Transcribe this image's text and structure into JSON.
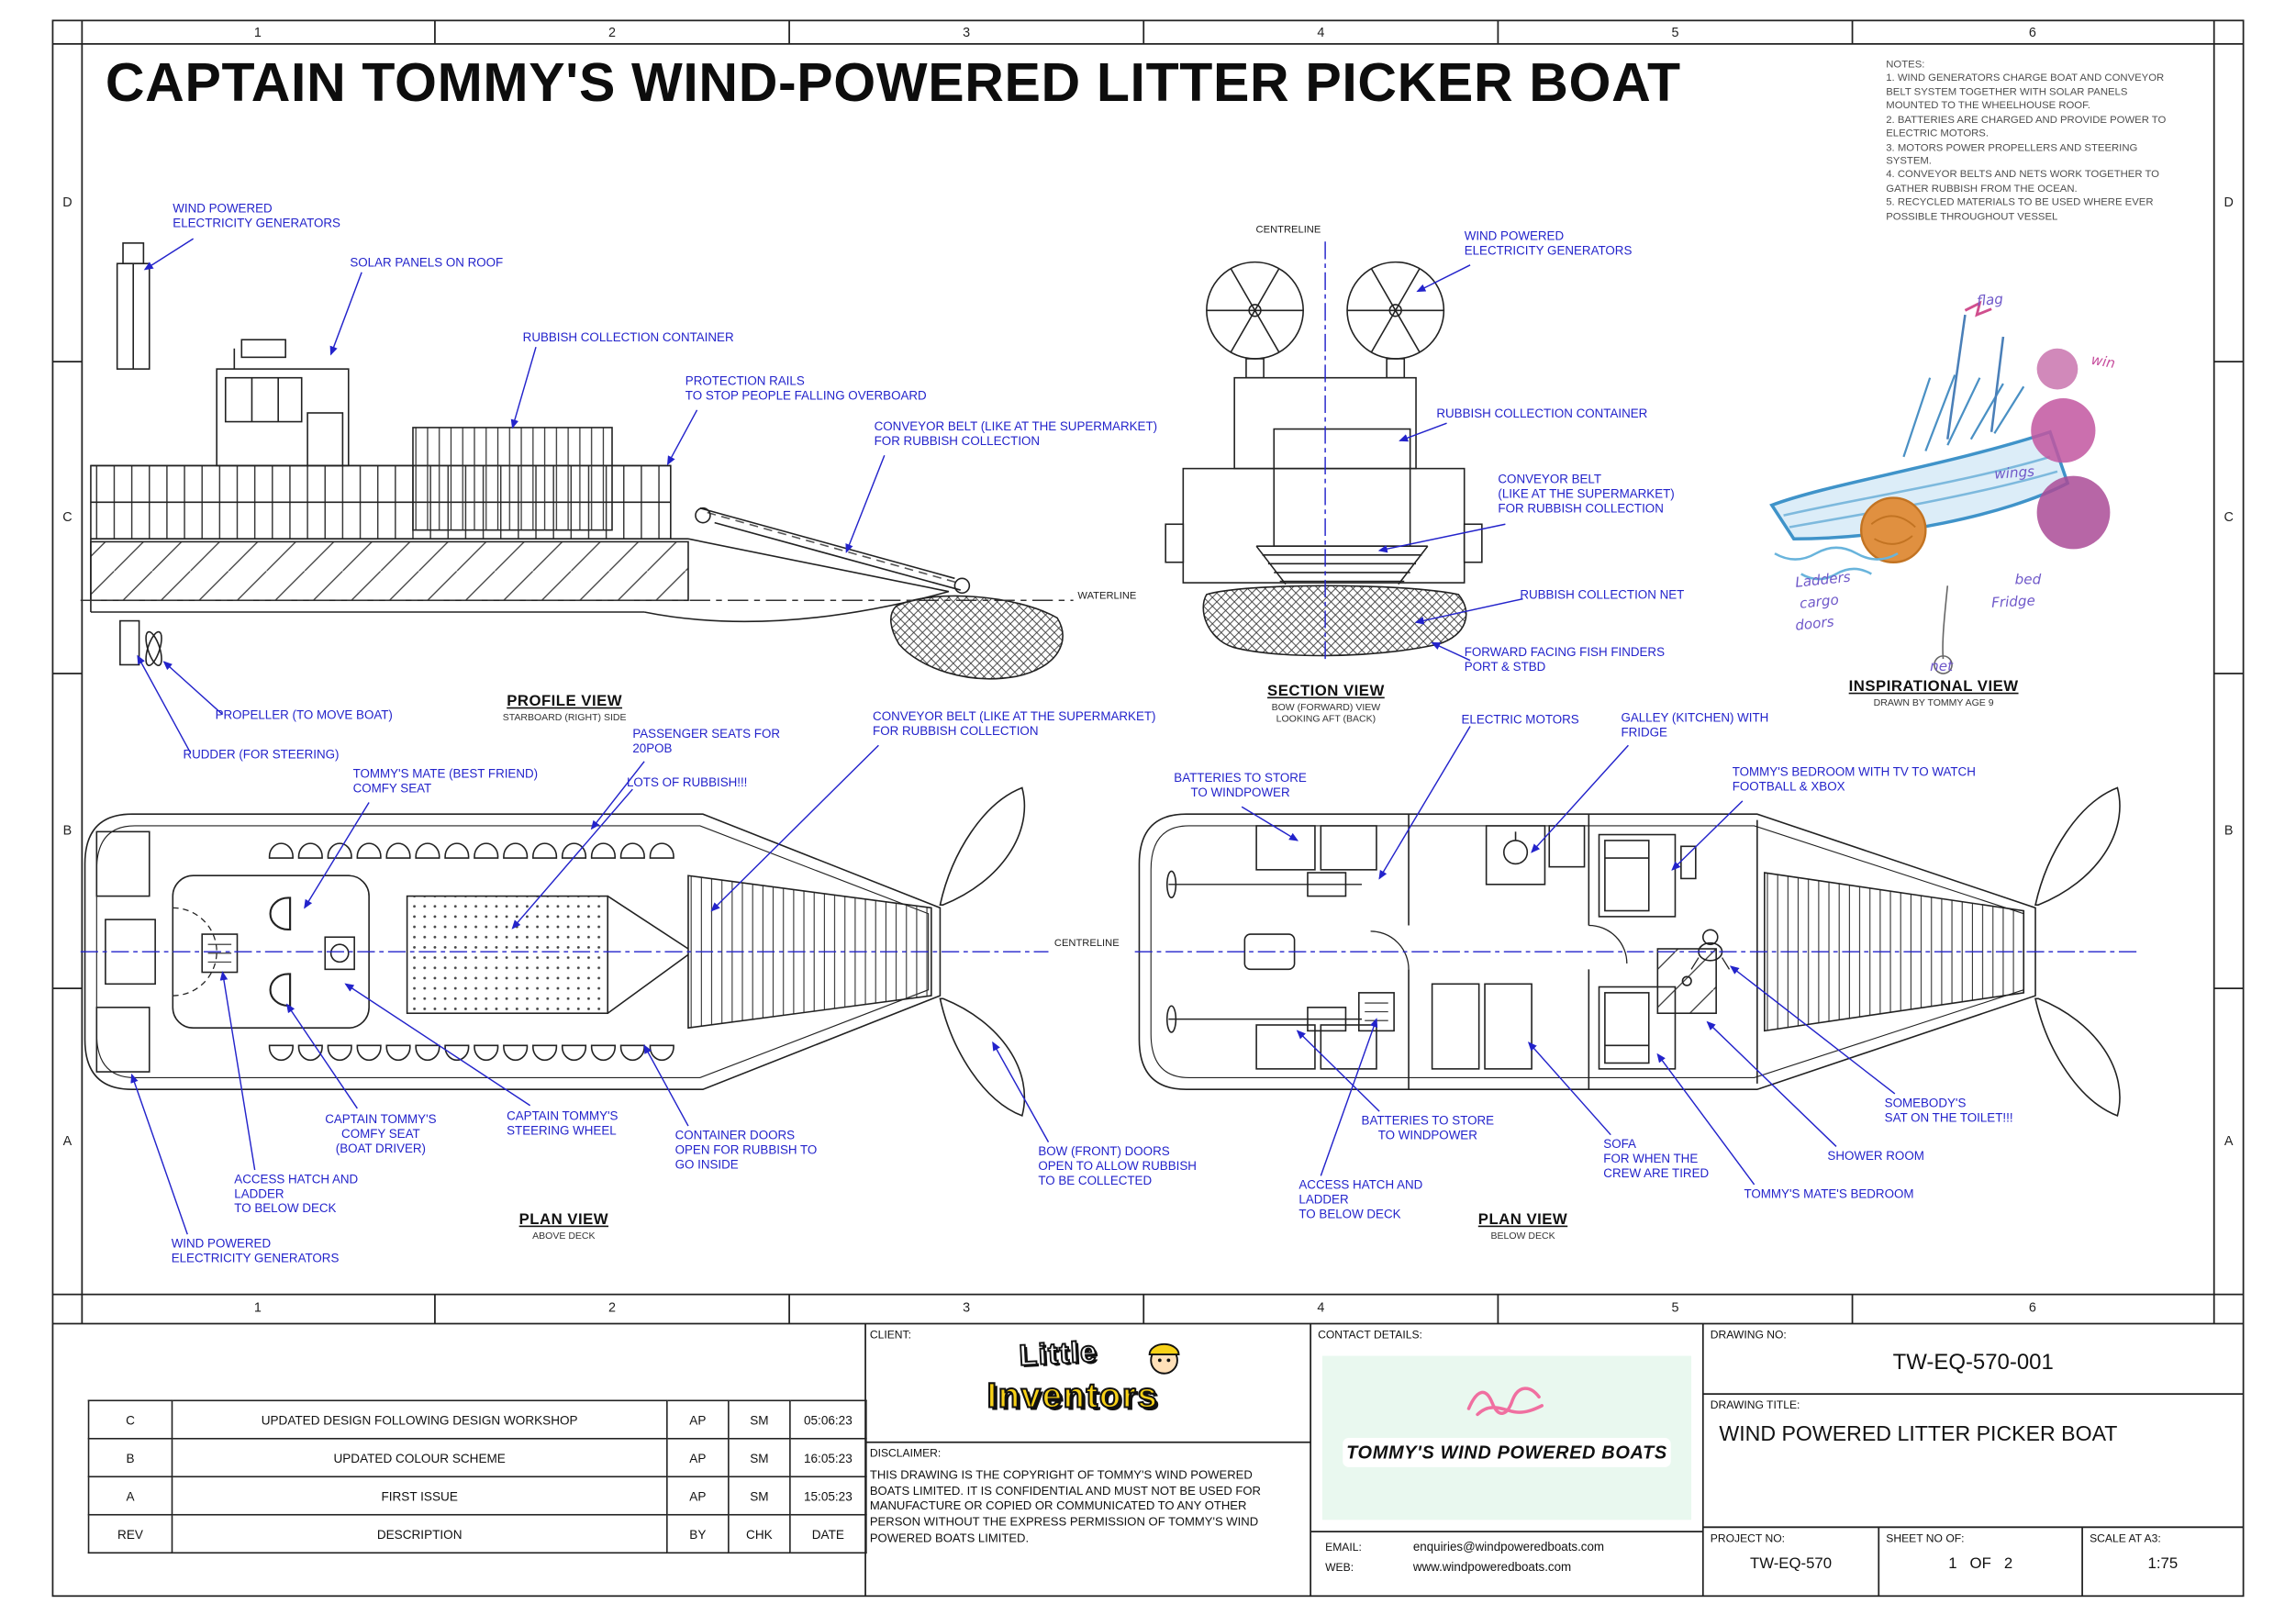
{
  "title": "CAPTAIN TOMMY'S WIND-POWERED LITTER PICKER BOAT",
  "grid": {
    "cols": [
      "1",
      "2",
      "3",
      "4",
      "5",
      "6"
    ],
    "rows": [
      "D",
      "C",
      "B",
      "A"
    ]
  },
  "notes": "NOTES:\n1. WIND GENERATORS CHARGE BOAT AND CONVEYOR BELT SYSTEM TOGETHER WITH SOLAR PANELS MOUNTED TO THE WHEELHOUSE ROOF.\n2. BATTERIES ARE CHARGED AND PROVIDE POWER TO ELECTRIC MOTORS.\n3. MOTORS POWER PROPELLERS AND STEERING SYSTEM.\n4. CONVEYOR BELTS AND NETS WORK TOGETHER TO GATHER RUBBISH FROM THE OCEAN.\n5. RECYCLED MATERIALS TO BE USED WHERE EVER POSSIBLE THROUGHOUT VESSEL",
  "views": {
    "profile": {
      "title": "PROFILE VIEW",
      "sub": "STARBOARD (RIGHT) SIDE"
    },
    "section": {
      "title": "SECTION VIEW",
      "sub": "BOW (FORWARD) VIEW\nLOOKING AFT (BACK)"
    },
    "inspirational": {
      "title": "INSPIRATIONAL VIEW",
      "sub": "DRAWN BY TOMMY AGE 9"
    },
    "plan_above": {
      "title": "PLAN VIEW",
      "sub": "ABOVE DECK"
    },
    "plan_below": {
      "title": "PLAN VIEW",
      "sub": "BELOW DECK"
    }
  },
  "ann": {
    "profile_windgen": "WIND POWERED\nELECTRICITY GENERATORS",
    "profile_solar": "SOLAR PANELS ON ROOF",
    "profile_container": "RUBBISH COLLECTION CONTAINER",
    "profile_rails": "PROTECTION RAILS\nTO STOP PEOPLE FALLING OVERBOARD",
    "profile_conveyor": "CONVEYOR BELT (LIKE AT THE SUPERMARKET)\nFOR RUBBISH COLLECTION",
    "profile_waterline": "WATERLINE",
    "profile_propeller": "PROPELLER (TO MOVE BOAT)",
    "profile_rudder": "RUDDER (FOR STEERING)",
    "section_centreline": "CENTRELINE",
    "section_windgen": "WIND POWERED\nELECTRICITY GENERATORS",
    "section_container": "RUBBISH COLLECTION CONTAINER",
    "section_conveyor": "CONVEYOR BELT\n(LIKE AT THE SUPERMARKET)\nFOR RUBBISH COLLECTION",
    "section_net": "RUBBISH COLLECTION NET",
    "section_fishfinders": "FORWARD FACING FISH FINDERS\nPORT & STBD",
    "above_passenger": "PASSENGER SEATS FOR\n20POB",
    "above_rubbish": "LOTS OF RUBBISH!!!",
    "above_mateseat": "TOMMY'S MATE (BEST FRIEND)\nCOMFY SEAT",
    "above_conveyor": "CONVEYOR BELT (LIKE AT THE SUPERMARKET)\nFOR RUBBISH COLLECTION",
    "plans_centreline": "CENTRELINE",
    "above_captainseat": "CAPTAIN TOMMY'S\nCOMFY SEAT\n(BOAT DRIVER)",
    "above_wheel": "CAPTAIN TOMMY'S\nSTEERING WHEEL",
    "above_containerdoors": "CONTAINER DOORS\nOPEN FOR RUBBISH TO\nGO INSIDE",
    "above_hatch": "ACCESS HATCH AND\nLADDER\nTO BELOW DECK",
    "above_windgen": "WIND POWERED\nELECTRICITY GENERATORS",
    "below_motors": "ELECTRIC MOTORS",
    "below_galley": "GALLEY (KITCHEN) WITH\nFRIDGE",
    "below_batteries_top": "BATTERIES TO STORE\nTO WINDPOWER",
    "below_bedroom": "TOMMY'S BEDROOM WITH TV TO WATCH\nFOOTBALL & XBOX",
    "below_batteries_bottom": "BATTERIES TO STORE\nTO WINDPOWER",
    "below_bowdoors": "BOW (FRONT) DOORS\nOPEN TO ALLOW RUBBISH\nTO BE COLLECTED",
    "below_hatch": "ACCESS HATCH AND\nLADDER\nTO BELOW DECK",
    "below_sofa": "SOFA\nFOR WHEN THE\nCREW ARE TIRED",
    "below_matebedroom": "TOMMY'S MATE'S BEDROOM",
    "below_shower": "SHOWER ROOM",
    "below_toilet": "SOMEBODY'S\nSAT ON THE TOILET!!!"
  },
  "scribbles": {
    "flag": "flag",
    "win": "win",
    "wings": "wings",
    "bed": "bed",
    "fridge": "Fridge",
    "ladders": "Ladders",
    "cargo": "cargo",
    "doors": "doors",
    "net": "net"
  },
  "title_block": {
    "client_label": "CLIENT:",
    "client_logo_line1": "Little",
    "client_logo_line2": "Inventors",
    "disclaimer_label": "DISCLAIMER:",
    "disclaimer_text": "THIS DRAWING IS THE COPYRIGHT OF TOMMY'S WIND POWERED BOATS LIMITED. IT IS CONFIDENTIAL AND MUST NOT BE USED FOR MANUFACTURE OR COPIED OR COMMUNICATED TO ANY OTHER PERSON WITHOUT THE EXPRESS PERMISSION OF TOMMY'S WIND POWERED BOATS LIMITED.",
    "contact_label": "CONTACT DETAILS:",
    "brand_logo": "TOMMY'S WIND POWERED BOATS",
    "email_label": "EMAIL:",
    "email_value": "enquiries@windpoweredboats.com",
    "web_label": "WEB:",
    "web_value": "www.windpoweredboats.com",
    "drawing_no_label": "DRAWING NO:",
    "drawing_no": "TW-EQ-570-001",
    "drawing_title_label": "DRAWING TITLE:",
    "drawing_title": "WIND POWERED LITTER PICKER BOAT",
    "project_no_label": "PROJECT NO:",
    "project_no": "TW-EQ-570",
    "sheet_label": "SHEET NO OF:",
    "sheet_no": "1",
    "sheet_of_word": "OF",
    "sheet_total": "2",
    "scale_label": "SCALE AT A3:",
    "scale": "1:75"
  },
  "revisions": {
    "header": {
      "rev": "REV",
      "description": "DESCRIPTION",
      "by": "BY",
      "chk": "CHK",
      "date": "DATE"
    },
    "rows": [
      {
        "rev": "C",
        "description": "UPDATED DESIGN FOLLOWING DESIGN WORKSHOP",
        "by": "AP",
        "chk": "SM",
        "date": "05:06:23"
      },
      {
        "rev": "B",
        "description": "UPDATED COLOUR SCHEME",
        "by": "AP",
        "chk": "SM",
        "date": "16:05:23"
      },
      {
        "rev": "A",
        "description": "FIRST ISSUE",
        "by": "AP",
        "chk": "SM",
        "date": "15:05:23"
      }
    ]
  }
}
